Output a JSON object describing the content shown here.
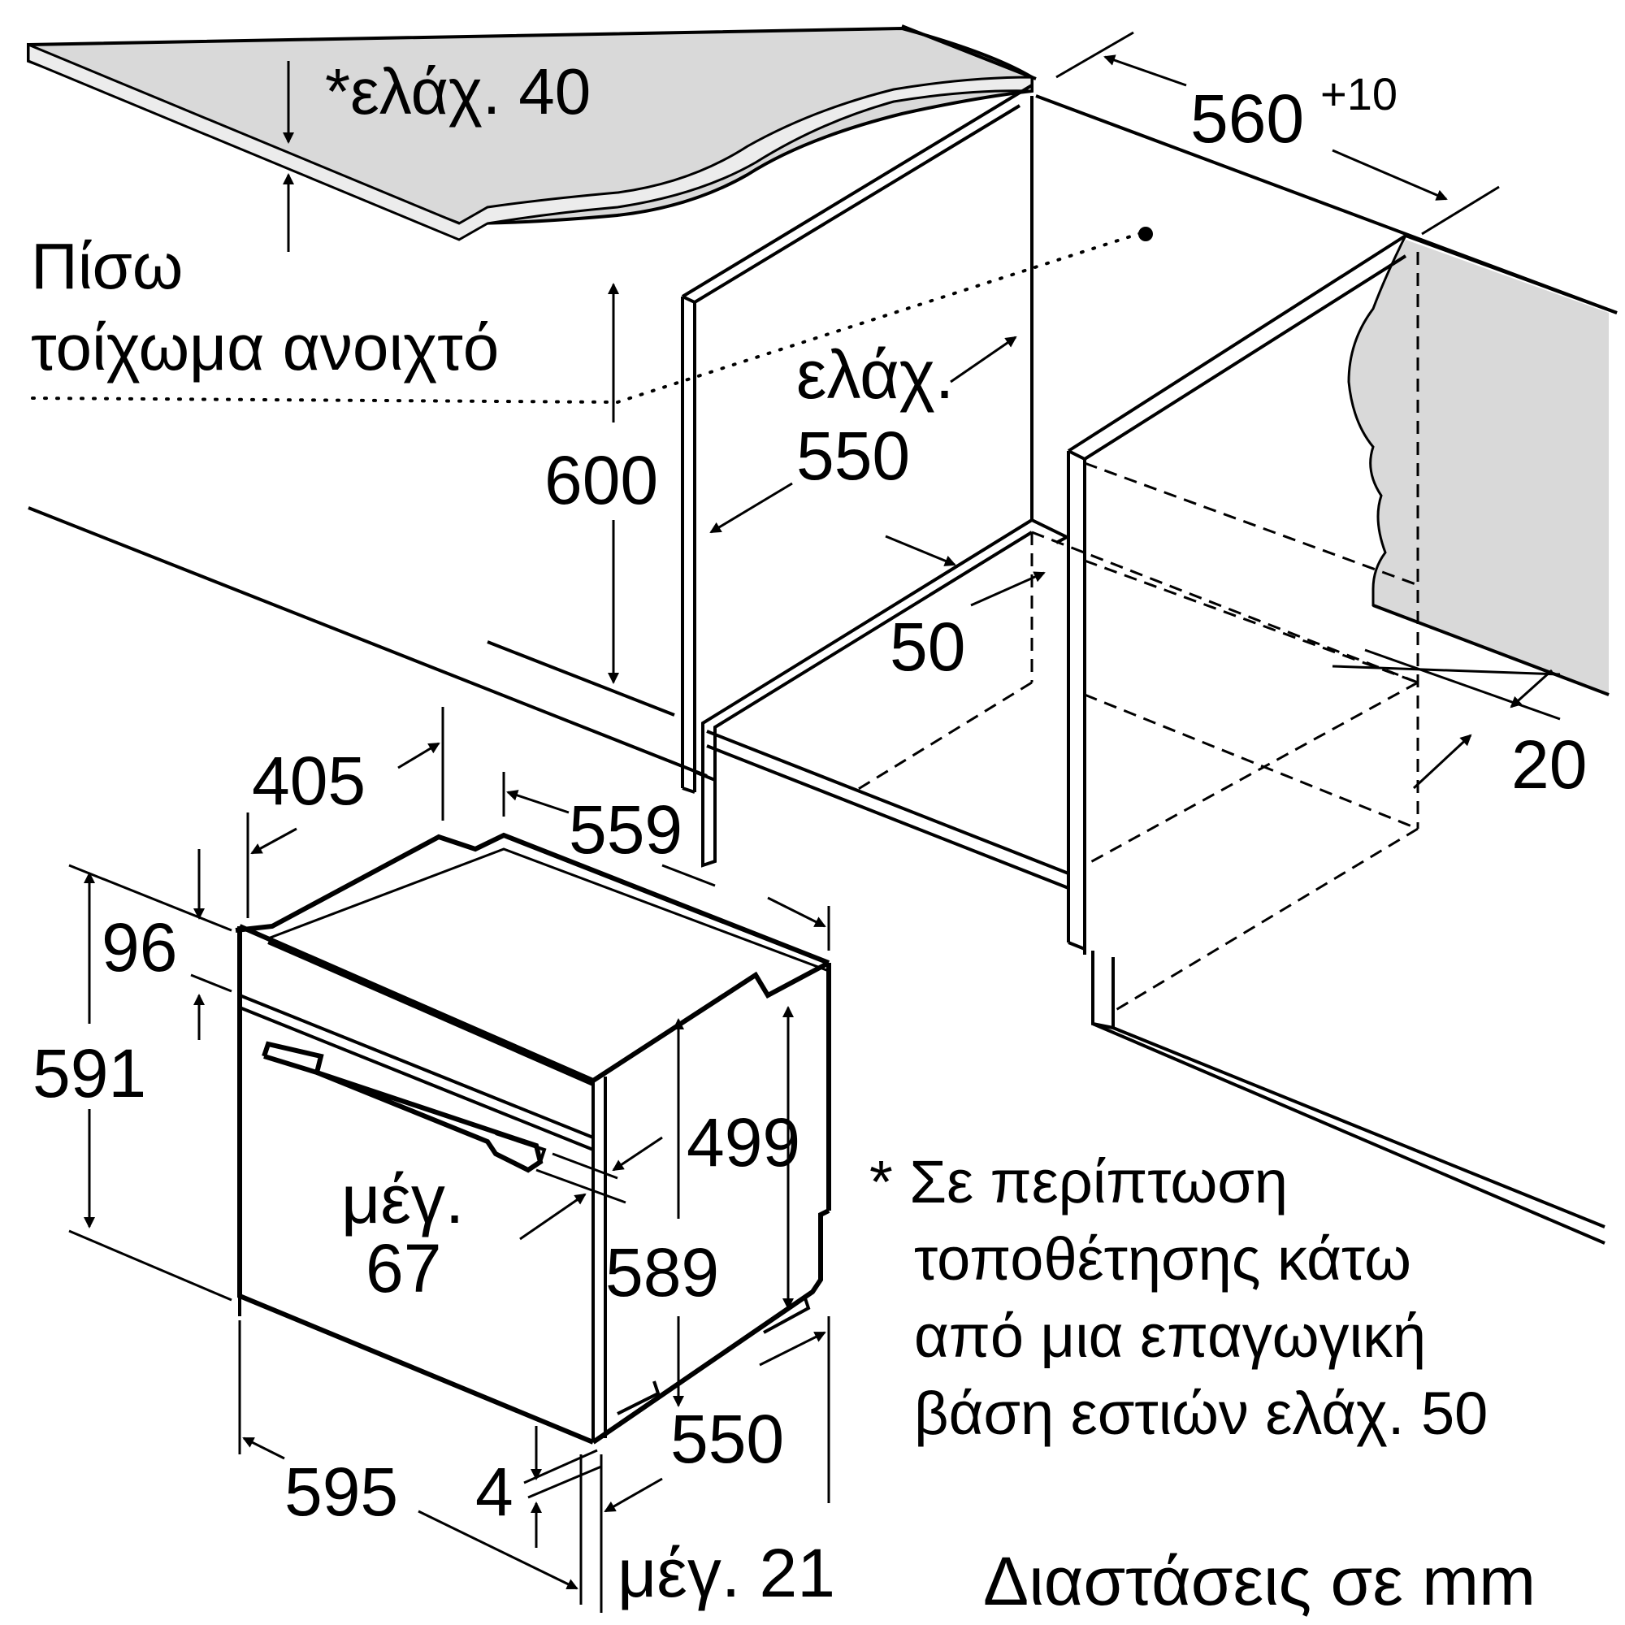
{
  "labels": {
    "counter_min": "*ελάχ. 40",
    "rear_wall_line1": "Πίσω",
    "rear_wall_line2": "τοίχωμα ανοιχτό",
    "width_niche": "560",
    "width_niche_tol": "+10",
    "min_label": "ελάχ.",
    "depth_min": "550",
    "height_niche": "600",
    "vent_gap": "50",
    "gap_20": "20",
    "dim_405": "405",
    "dim_559": "559",
    "dim_96": "96",
    "dim_591": "591",
    "dim_499": "499",
    "dim_589": "589",
    "max_label": "μέγ.",
    "dim_67": "67",
    "dim_595": "595",
    "dim_4": "4",
    "dim_550": "550",
    "max_21": "μέγ. 21"
  },
  "note": {
    "line1": "* Σε περίπτωση",
    "line2": "τοποθέτησης κάτω",
    "line3": "από μια επαγωγική",
    "line4": "βάση εστιών ελάχ. 50"
  },
  "units": "Διαστάσεις σε mm"
}
